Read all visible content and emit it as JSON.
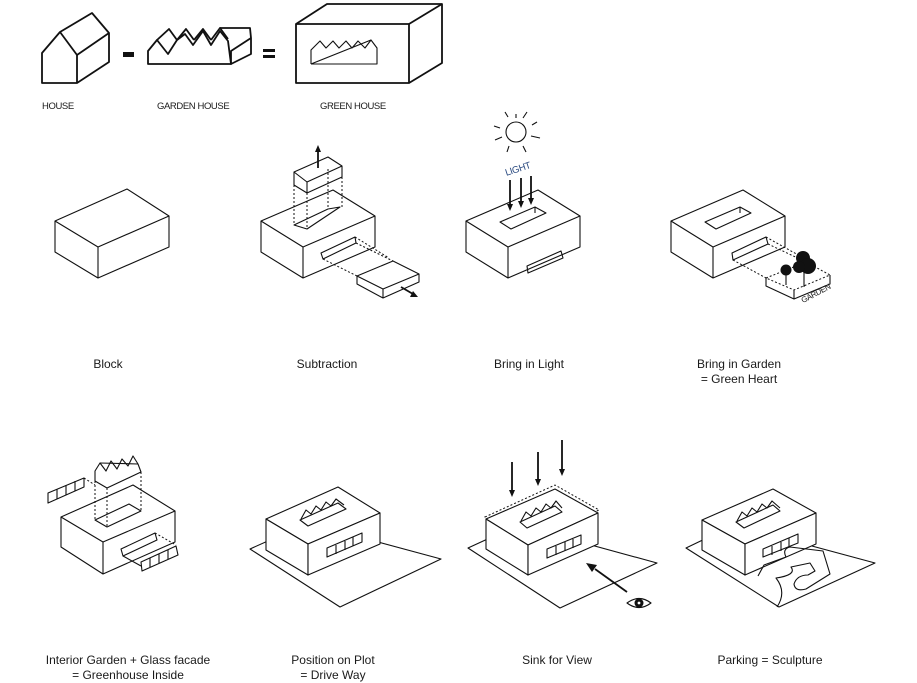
{
  "equation": {
    "terms": [
      {
        "label": "HOUSE",
        "icon": "house-icon"
      },
      {
        "label": "GARDEN HOUSE",
        "icon": "sawtooth-garden-house-icon"
      },
      {
        "label": "GREEN HOUSE",
        "icon": "green-house-box-icon"
      }
    ],
    "operators": [
      "-",
      "="
    ]
  },
  "steps": [
    {
      "title": "Block",
      "subtitle": ""
    },
    {
      "title": "Subtraction",
      "subtitle": ""
    },
    {
      "title": "Bring in Light",
      "subtitle": "",
      "annotation": "LIGHT"
    },
    {
      "title": "Bring in Garden",
      "subtitle": "= Green Heart",
      "annotation": "GARDEN"
    },
    {
      "title": "Interior Garden + Glass facade",
      "subtitle": "= Greenhouse Inside"
    },
    {
      "title": "Position on Plot",
      "subtitle": "= Drive Way"
    },
    {
      "title": "Sink for View",
      "subtitle": ""
    },
    {
      "title": "Parking = Sculpture",
      "subtitle": ""
    }
  ]
}
